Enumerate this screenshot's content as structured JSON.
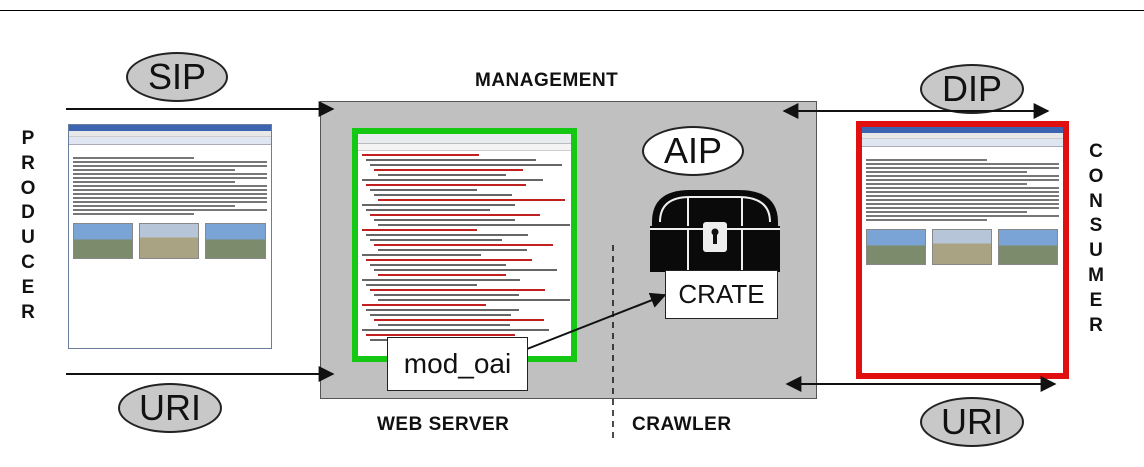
{
  "labels": {
    "management": "MANAGEMENT",
    "web_server": "WEB SERVER",
    "crawler": "CRAWLER"
  },
  "ellipses": {
    "sip": "SIP",
    "dip": "DIP",
    "aip": "AIP",
    "uri_left": "URI",
    "uri_right": "URI"
  },
  "producer_letters": [
    "P",
    "R",
    "O",
    "D",
    "U",
    "C",
    "E",
    "R"
  ],
  "consumer_letters": [
    "C",
    "O",
    "N",
    "S",
    "U",
    "M",
    "E",
    "R"
  ],
  "boxes": {
    "crate": "CRATE",
    "mod_oai": "mod_oai"
  },
  "icons": {
    "crate_chest": "treasure-chest-icon",
    "producer_page": "browser-window-icon",
    "consumer_page": "browser-window-icon",
    "xml_document": "xml-document-icon"
  },
  "colors": {
    "server_bg": "#c0c0c0",
    "ellipse_fill": "#c8c8c8",
    "green_frame": "#14c814",
    "red_frame": "#e01010"
  }
}
